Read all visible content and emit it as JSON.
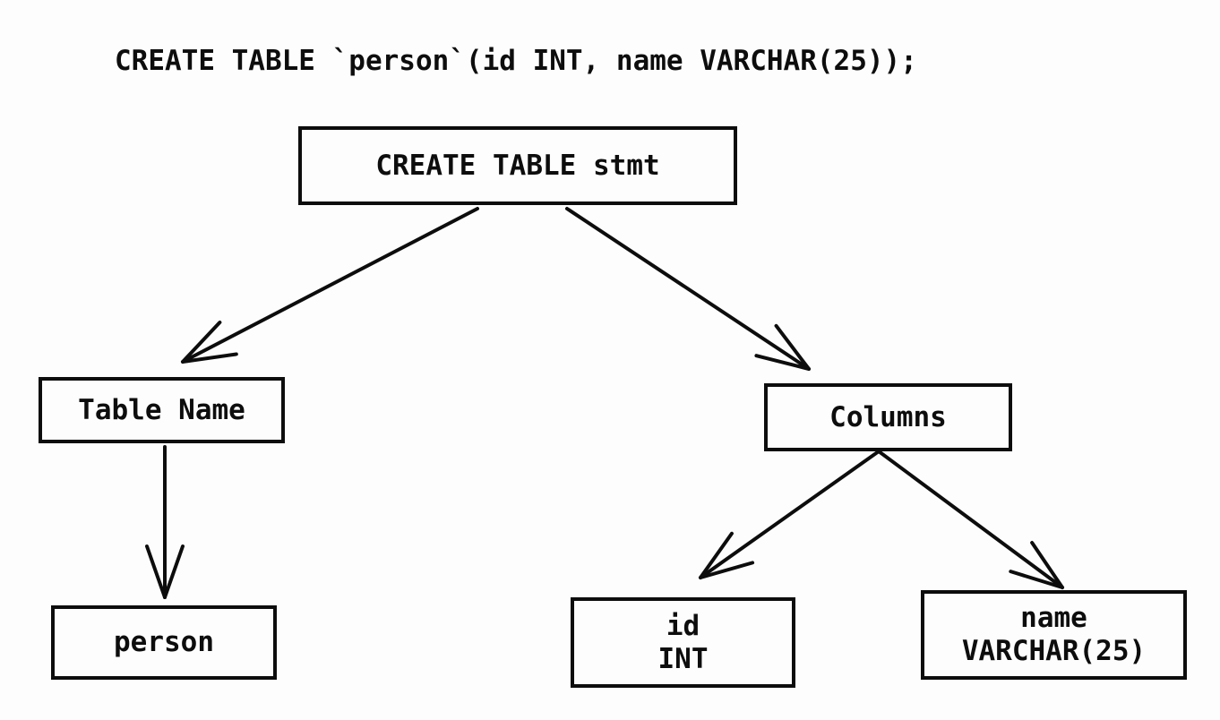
{
  "diagram": {
    "title_statement": "CREATE TABLE `person`(id INT, name VARCHAR(25));",
    "nodes": {
      "root": {
        "label": "CREATE TABLE stmt"
      },
      "table_name": {
        "label": "Table Name"
      },
      "person": {
        "label": "person"
      },
      "columns": {
        "label": "Columns"
      },
      "col_id": {
        "line1": "id",
        "line2": "INT"
      },
      "col_name": {
        "line1": "name",
        "line2": "VARCHAR(25)"
      }
    },
    "edges": [
      {
        "from": "root",
        "to": "table_name"
      },
      {
        "from": "root",
        "to": "columns"
      },
      {
        "from": "table_name",
        "to": "person"
      },
      {
        "from": "columns",
        "to": "col_id"
      },
      {
        "from": "columns",
        "to": "col_name"
      }
    ],
    "colors": {
      "ink": "#0d0d0d",
      "background": "#fdfdfd"
    }
  }
}
